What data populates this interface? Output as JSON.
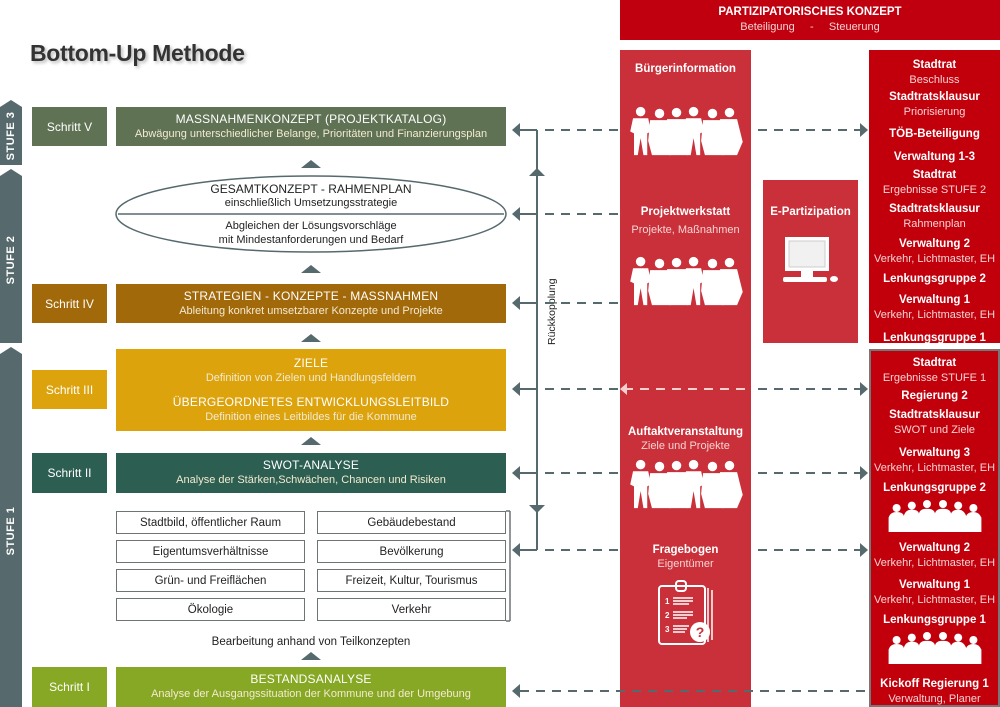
{
  "title": "Bottom-Up Methode",
  "stufen": [
    "STUFE 3",
    "STUFE 2",
    "STUFE 1"
  ],
  "steps": [
    {
      "label": "Schritt V",
      "heading": "MASSNAHMENKONZEPT (PROJEKTKATALOG)",
      "text": "Abwägung unterschiedlicher Belange, Prioritäten und Finanzierungsplan",
      "color": "#5f7254"
    },
    {
      "label": "Schritt IV",
      "heading": "STRATEGIEN - KONZEPTE - MASSNAHMEN",
      "text": "Ableitung konkret umsetzbarer Konzepte und Projekte",
      "color": "#a2690a"
    },
    {
      "label": "Schritt III",
      "heading": "ZIELE",
      "text": "Definition von Zielen und Handlungsfeldern",
      "heading2": "ÜBERGEORDNETES ENTWICKLUNGSLEITBILD",
      "text2": "Definition eines Leitbildes für die Kommune",
      "color": "#dca30d"
    },
    {
      "label": "Schritt II",
      "heading": "SWOT-ANALYSE",
      "text": "Analyse der Stärken,Schwächen, Chancen und Risiken",
      "color": "#2c5e51"
    },
    {
      "label": "Schritt I",
      "heading": "BESTANDSANALYSE",
      "text": "Analyse der Ausgangssituation der Kommune und der Umgebung",
      "color": "#87a824"
    }
  ],
  "ellipse": {
    "heading": "GESAMTKONZEPT - RAHMENPLAN",
    "text": "einschließlich Umsetzungsstrategie",
    "lower1": "Abgleichen der Lösungsvorschläge",
    "lower2": "mit Mindestanforderungen und Bedarf"
  },
  "teilkonzepte": [
    "Stadtbild, öffentlicher Raum",
    "Gebäudebestand",
    "Eigentumsverhältnisse",
    "Bevölkerung",
    "Grün- und Freiflächen",
    "Freizeit, Kultur, Tourismus",
    "Ökologie",
    "Verkehr"
  ],
  "teilkonzepte_note": "Bearbeitung anhand von Teilkonzepten",
  "feedback_label": "Rückkopplung",
  "header": {
    "title": "PARTIZIPATORISCHES KONZEPT",
    "subtitle": "Beteiligung     -     Steuerung"
  },
  "beteiligung": [
    {
      "title": "Bürgerinformation",
      "sub": ""
    },
    {
      "title": "Projektwerkstatt",
      "sub": "Projekte, Maßnahmen"
    },
    {
      "title": "Auftaktveranstaltung",
      "sub": "Ziele und Projekte"
    },
    {
      "title": "Fragebogen",
      "sub": "Eigentümer"
    }
  ],
  "e_partizipation": "E-Partizipation",
  "steuerung_upper": [
    {
      "title": "Stadtrat",
      "sub": "Beschluss"
    },
    {
      "title": "Stadtratsklausur",
      "sub": "Priorisierung"
    },
    {
      "title": "TÖB-Beteiligung",
      "sub": ""
    },
    {
      "title": "Verwaltung 1-3",
      "sub": ""
    },
    {
      "title": "Stadtrat",
      "sub": "Ergebnisse STUFE 2"
    },
    {
      "title": "Stadtratsklausur",
      "sub": "Rahmenplan"
    },
    {
      "title": "Verwaltung 2",
      "sub": "Verkehr, Lichtmaster, EH"
    },
    {
      "title": "Lenkungsgruppe 2",
      "sub": ""
    },
    {
      "title": "Verwaltung 1",
      "sub": "Verkehr, Lichtmaster, EH"
    },
    {
      "title": "Lenkungsgruppe 1",
      "sub": ""
    }
  ],
  "steuerung_lower": [
    {
      "title": "Stadtrat",
      "sub": "Ergebnisse STUFE 1"
    },
    {
      "title": "Regierung 2",
      "sub": ""
    },
    {
      "title": "Stadtratsklausur",
      "sub": "SWOT und Ziele"
    },
    {
      "title": "Verwaltung 3",
      "sub": "Verkehr, Lichtmaster, EH"
    },
    {
      "title": "Lenkungsgruppe 2",
      "sub": ""
    },
    {
      "title": "Verwaltung 2",
      "sub": "Verkehr, Lichtmaster, EH"
    },
    {
      "title": "Verwaltung 1",
      "sub": "Verkehr, Lichtmaster, EH"
    },
    {
      "title": "Lenkungsgruppe 1",
      "sub": ""
    },
    {
      "title": "Kickoff Regierung 1",
      "sub": "Verwaltung, Planer"
    }
  ],
  "questionnaire_numbers": [
    "1",
    "2",
    "3"
  ],
  "colors": {
    "slate": "#566a6d",
    "red_header": "#c1000f",
    "red_column": "#c9303a",
    "red_steuerung": "#c1000c"
  }
}
